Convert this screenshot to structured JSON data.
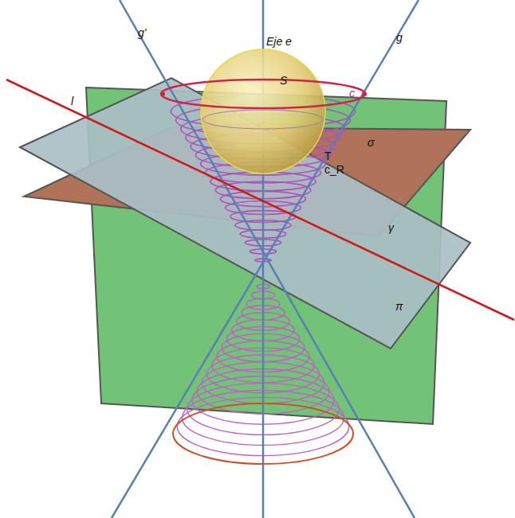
{
  "diagram": {
    "labels": [
      "g'",
      "Eje e",
      "g",
      "S",
      "l",
      "c",
      "σ",
      "T",
      "c_R",
      "γ",
      "π"
    ]
  }
}
